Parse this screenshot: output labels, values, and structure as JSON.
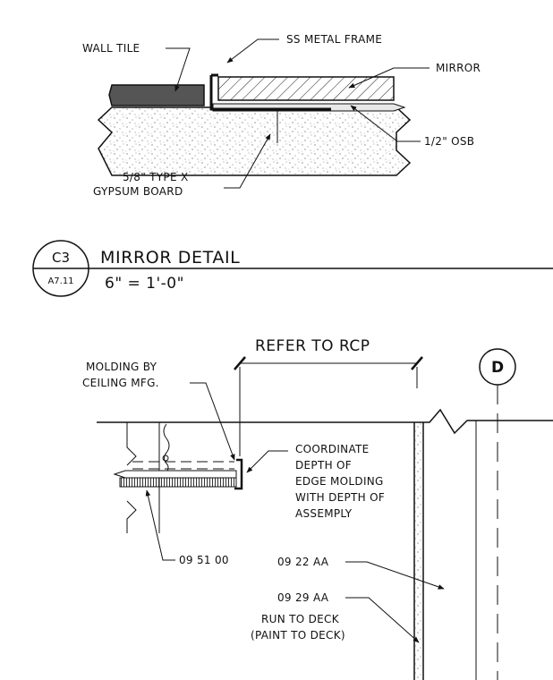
{
  "detail_top": {
    "labels": {
      "wall_tile": "WALL TILE",
      "ss_metal_frame": "SS METAL FRAME",
      "mirror": "MIRROR",
      "osb": "1/2\" OSB",
      "gypsum_line1": "5/8\" TYPE X",
      "gypsum_line2": "GYPSUM BOARD"
    },
    "title_bubble": {
      "detail_number": "C3",
      "sheet_number": "A7.11"
    },
    "title": "MIRROR DETAIL",
    "scale": "6\" = 1'-0\""
  },
  "detail_bottom": {
    "dimension_label": "REFER TO RCP",
    "grid_bubble": "D",
    "labels": {
      "molding_line1": "MOLDING BY",
      "molding_line2": "CEILING MFG.",
      "coordinate_line1": "COORDINATE",
      "coordinate_line2": "DEPTH OF",
      "coordinate_line3": "EDGE MOLDING",
      "coordinate_line4": "WITH DEPTH OF",
      "coordinate_line5": "ASSEMPLY",
      "ref_09_51_00": "09 51 00",
      "ref_09_22_aa": "09 22 AA",
      "ref_09_29_aa": "09 29 AA",
      "run_line1": "RUN TO DECK",
      "run_line2": "(PAINT TO DECK)"
    }
  }
}
